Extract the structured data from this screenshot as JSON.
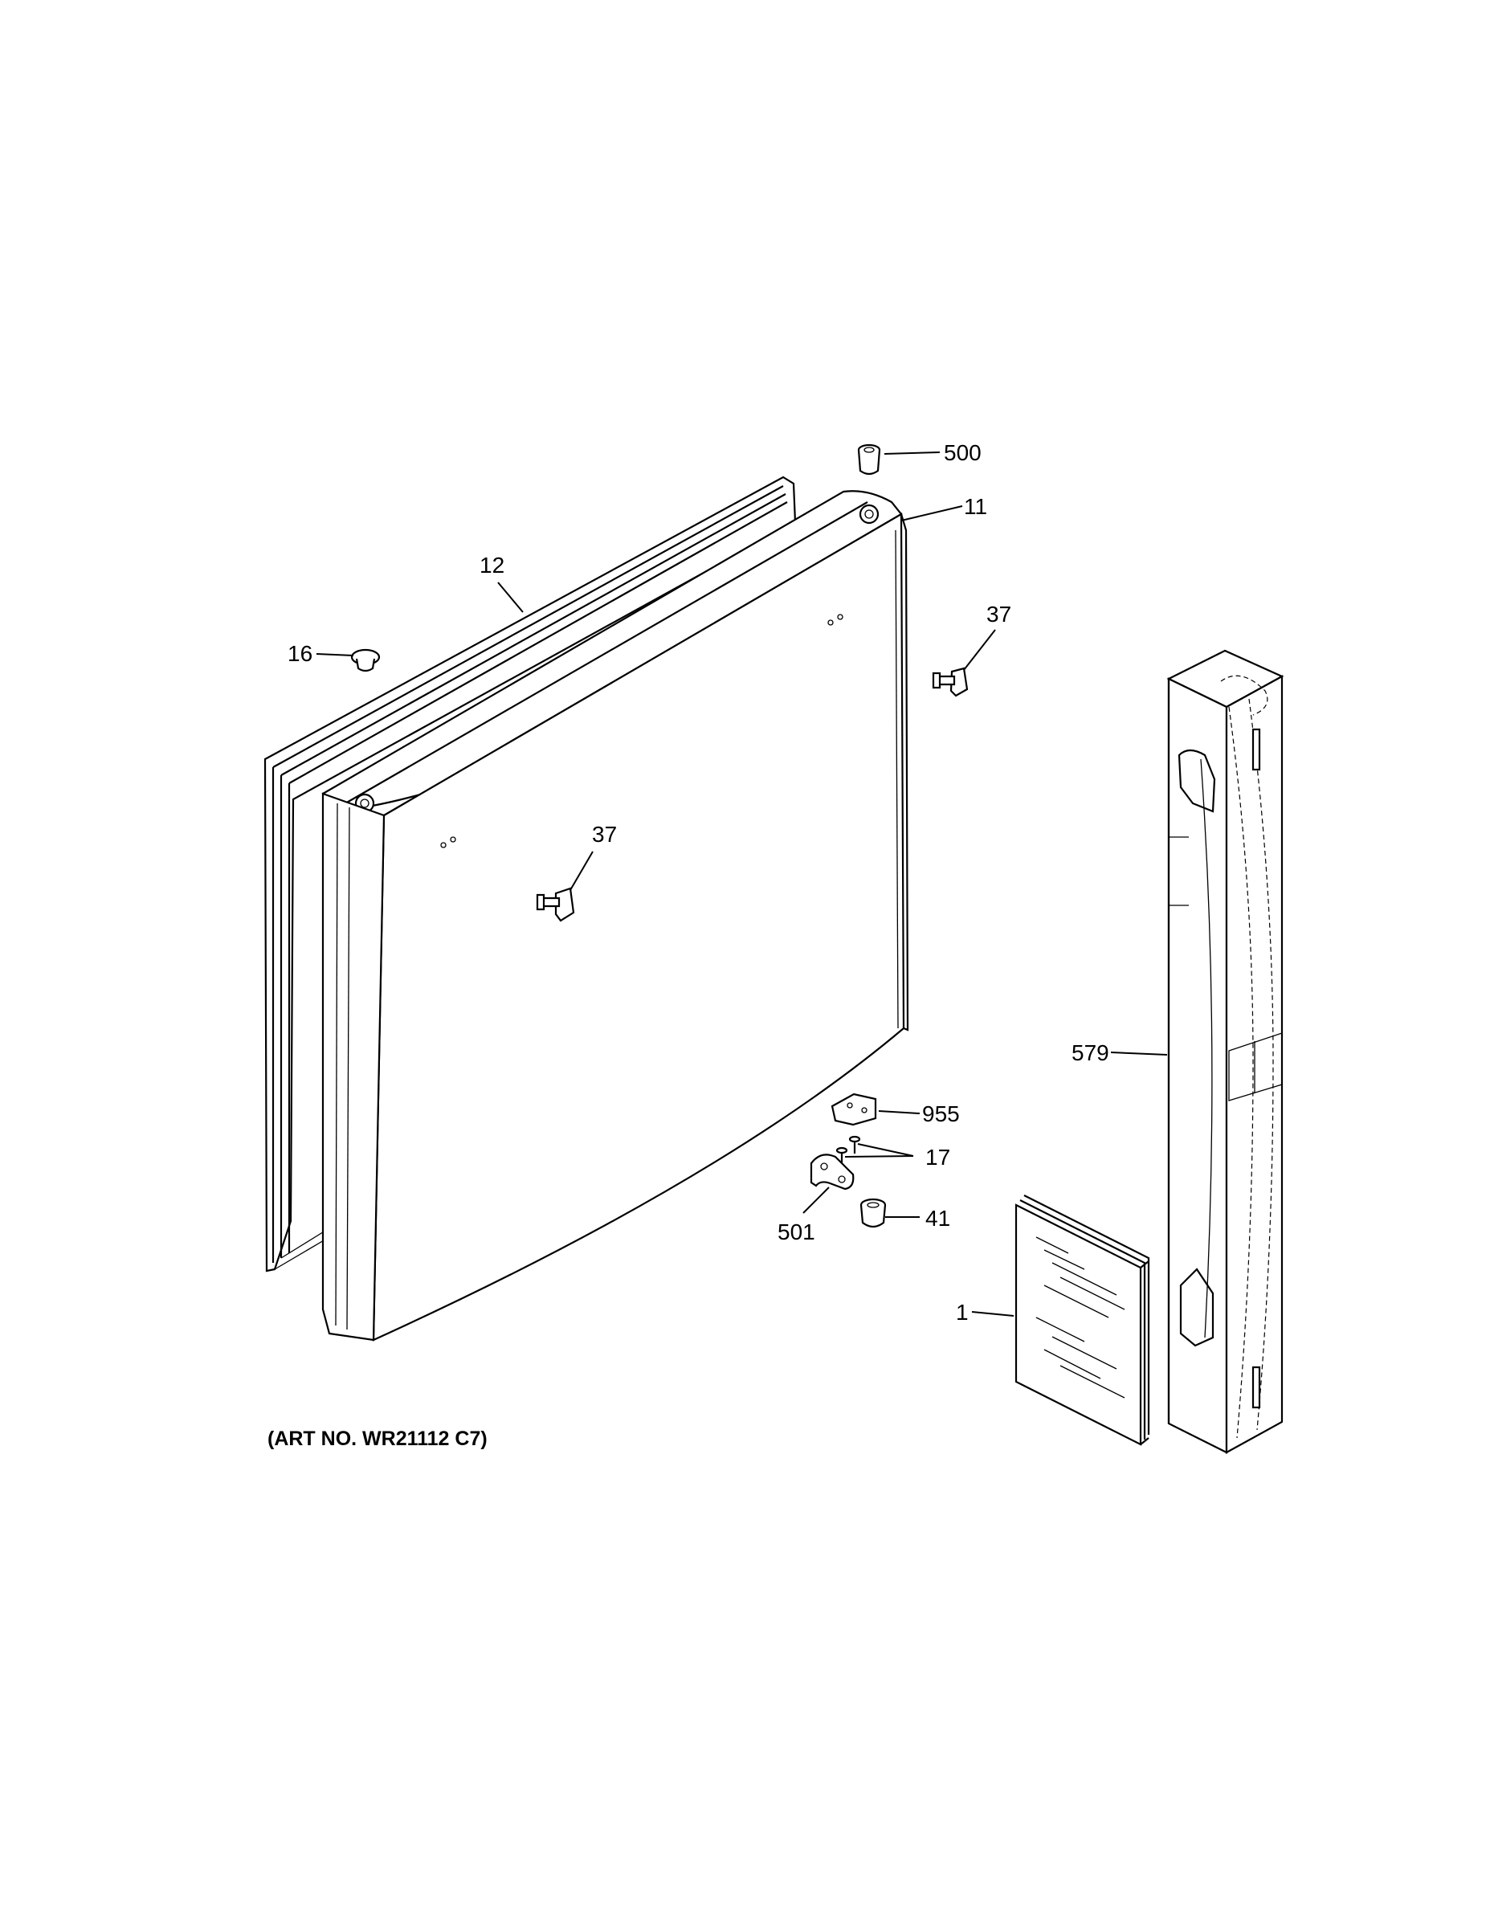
{
  "diagram": {
    "art_number": "(ART NO. WR21112 C7)",
    "callouts": {
      "c500": "500",
      "c11": "11",
      "c12": "12",
      "c16": "16",
      "c37a": "37",
      "c37b": "37",
      "c579": "579",
      "c955": "955",
      "c17": "17",
      "c501": "501",
      "c41": "41",
      "c1": "1"
    }
  }
}
